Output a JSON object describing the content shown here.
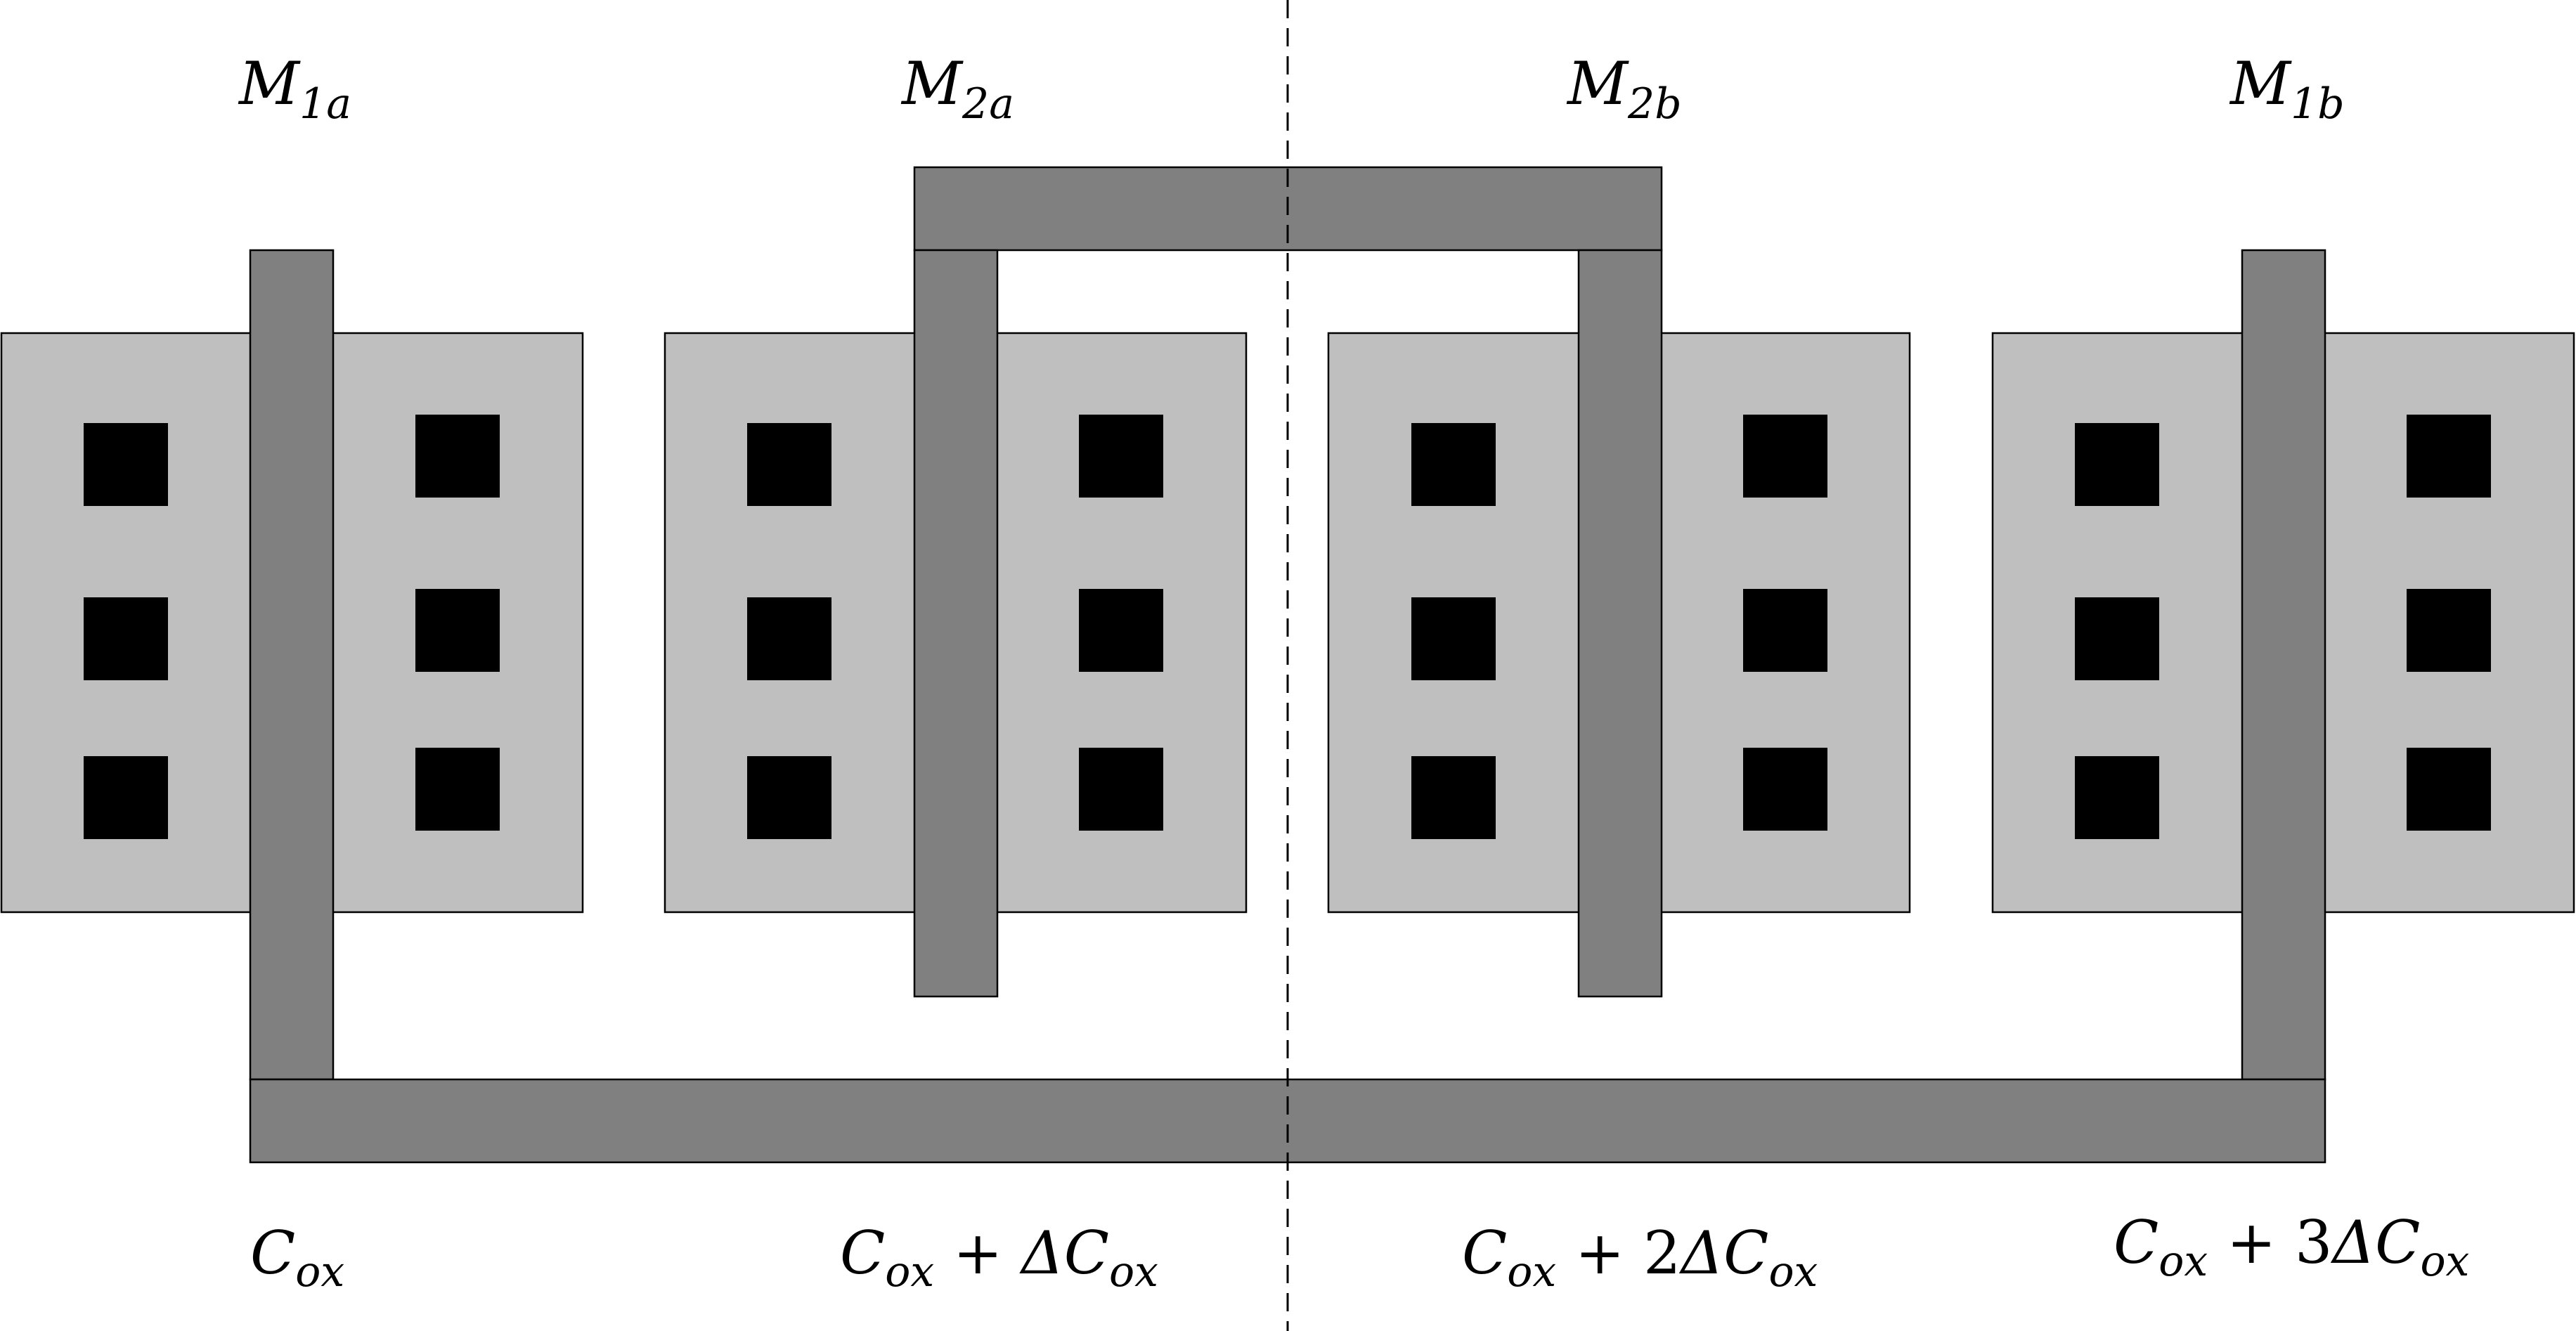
{
  "diagram": {
    "transistors": [
      {
        "id": "m1a",
        "symbol": "M",
        "subscript": "1a",
        "capacitance": {
          "base": "C",
          "base_sub": "ox",
          "op": "",
          "coef": "",
          "delta": "",
          "delta_sub": ""
        }
      },
      {
        "id": "m2a",
        "symbol": "M",
        "subscript": "2a",
        "capacitance": {
          "base": "C",
          "base_sub": "ox",
          "op": " + ",
          "coef": "",
          "delta": "ΔC",
          "delta_sub": "ox"
        }
      },
      {
        "id": "m2b",
        "symbol": "M",
        "subscript": "2b",
        "capacitance": {
          "base": "C",
          "base_sub": "ox",
          "op": " + ",
          "coef": "2",
          "delta": "ΔC",
          "delta_sub": "ox"
        }
      },
      {
        "id": "m1b",
        "symbol": "M",
        "subscript": "1b",
        "capacitance": {
          "base": "C",
          "base_sub": "ox",
          "op": " + ",
          "coef": "3",
          "delta": "ΔC",
          "delta_sub": "ox"
        }
      }
    ],
    "colors": {
      "active_area": "#bfbfbf",
      "gate_poly": "#808080",
      "contact": "#000000"
    }
  }
}
